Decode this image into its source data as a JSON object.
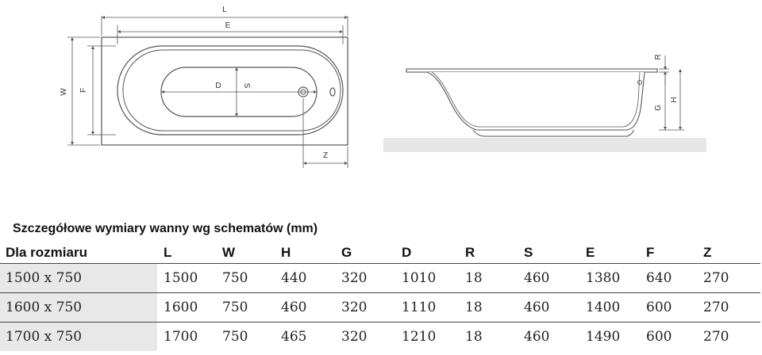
{
  "labels": {
    "L": "L",
    "E": "E",
    "W": "W",
    "F": "F",
    "D": "D",
    "S": "S",
    "Z": "Z",
    "R": "R",
    "G": "G",
    "H": "H"
  },
  "colors": {
    "line": "#555555",
    "floor": "#e6e6e6",
    "accent_row": "#e8e8e8"
  },
  "table": {
    "title": "Szczegółowe wymiary wanny wg schematów (mm)",
    "headers": [
      "Dla rozmiaru",
      "L",
      "W",
      "H",
      "G",
      "D",
      "R",
      "S",
      "E",
      "F",
      "Z"
    ],
    "rows": [
      [
        "1500 x 750",
        "1500",
        "750",
        "440",
        "320",
        "1010",
        "18",
        "460",
        "1380",
        "640",
        "270"
      ],
      [
        "1600 x 750",
        "1600",
        "750",
        "460",
        "320",
        "1110",
        "18",
        "460",
        "1400",
        "600",
        "270"
      ],
      [
        "1700 x 750",
        "1700",
        "750",
        "465",
        "320",
        "1210",
        "18",
        "460",
        "1490",
        "600",
        "270"
      ]
    ]
  }
}
